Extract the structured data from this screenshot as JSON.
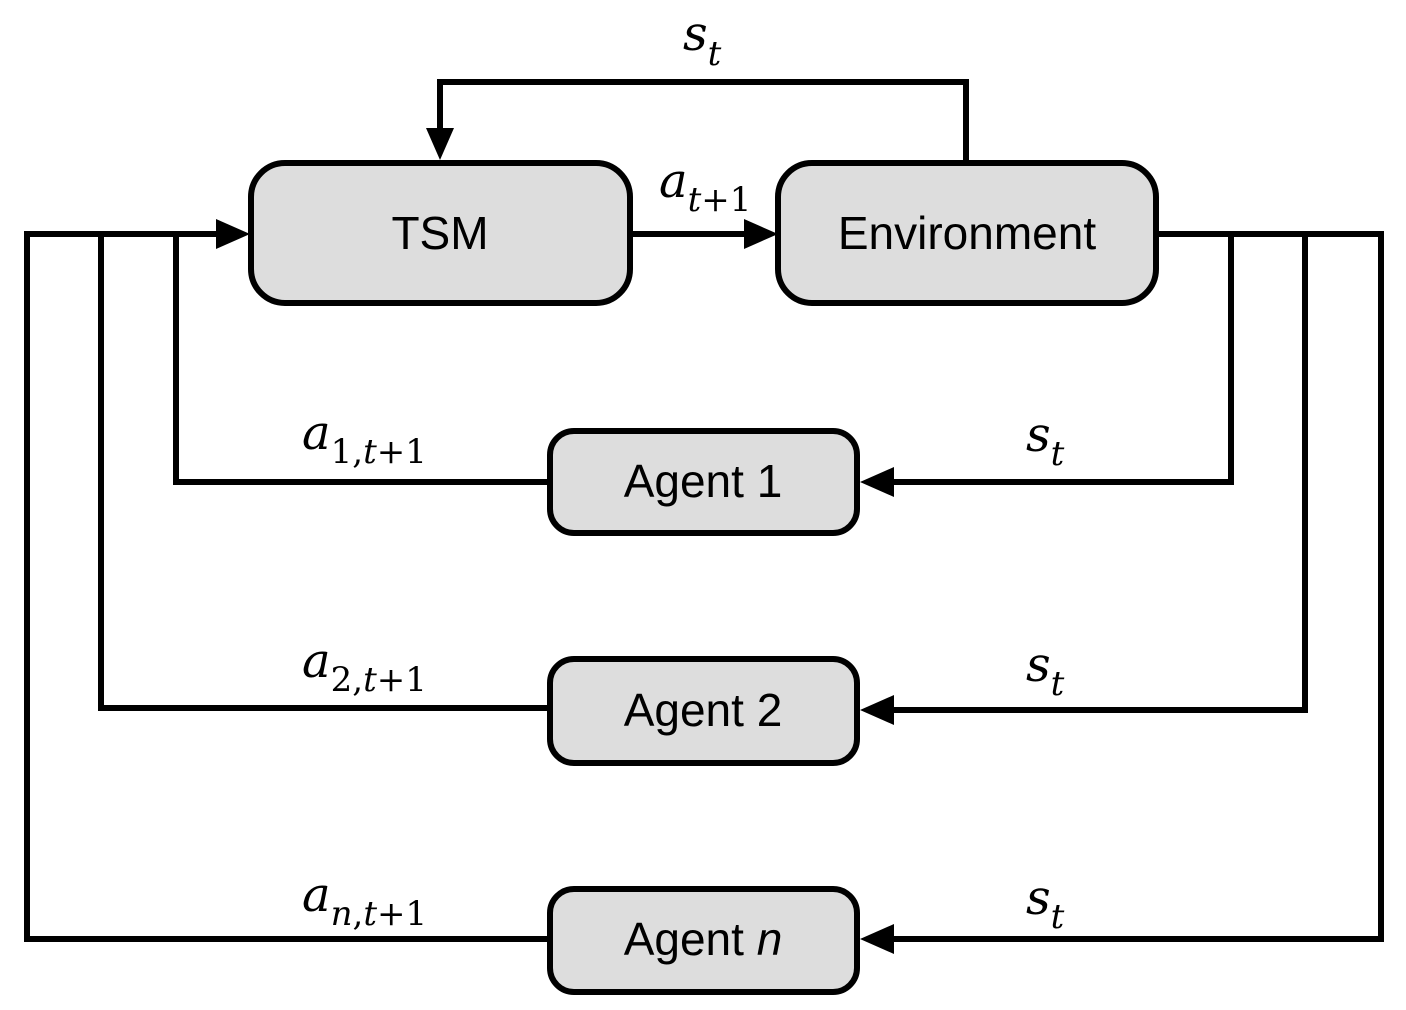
{
  "colors": {
    "box_fill": "#dddddd",
    "stroke": "#000000",
    "background": "#ffffff"
  },
  "nodes": {
    "tsm": "TSM",
    "environment": "Environment",
    "agent_1": {
      "prefix": "Agent ",
      "suffix": "1"
    },
    "agent_2": {
      "prefix": "Agent ",
      "suffix": "2"
    },
    "agent_n": {
      "prefix": "Agent ",
      "suffix": "n"
    }
  },
  "edge_labels": {
    "state_feedback": {
      "main": "s",
      "sub": "t"
    },
    "tsm_to_environment": {
      "main": "a",
      "sub_italic": "t",
      "sub_rest": "+1"
    },
    "state_to_agent_1": {
      "main": "s",
      "sub": "t"
    },
    "state_to_agent_2": {
      "main": "s",
      "sub": "t"
    },
    "state_to_agent_n": {
      "main": "s",
      "sub": "t"
    },
    "agent_1_action": {
      "main": "a",
      "sub_index": "1",
      "sub_comma": ",",
      "sub_italic": "t",
      "sub_rest": "+1"
    },
    "agent_2_action": {
      "main": "a",
      "sub_index": "2",
      "sub_comma": ",",
      "sub_italic": "t",
      "sub_rest": "+1"
    },
    "agent_n_action": {
      "main": "a",
      "sub_index": "n",
      "sub_comma": ",",
      "sub_italic": "t",
      "sub_rest": "+1"
    }
  }
}
